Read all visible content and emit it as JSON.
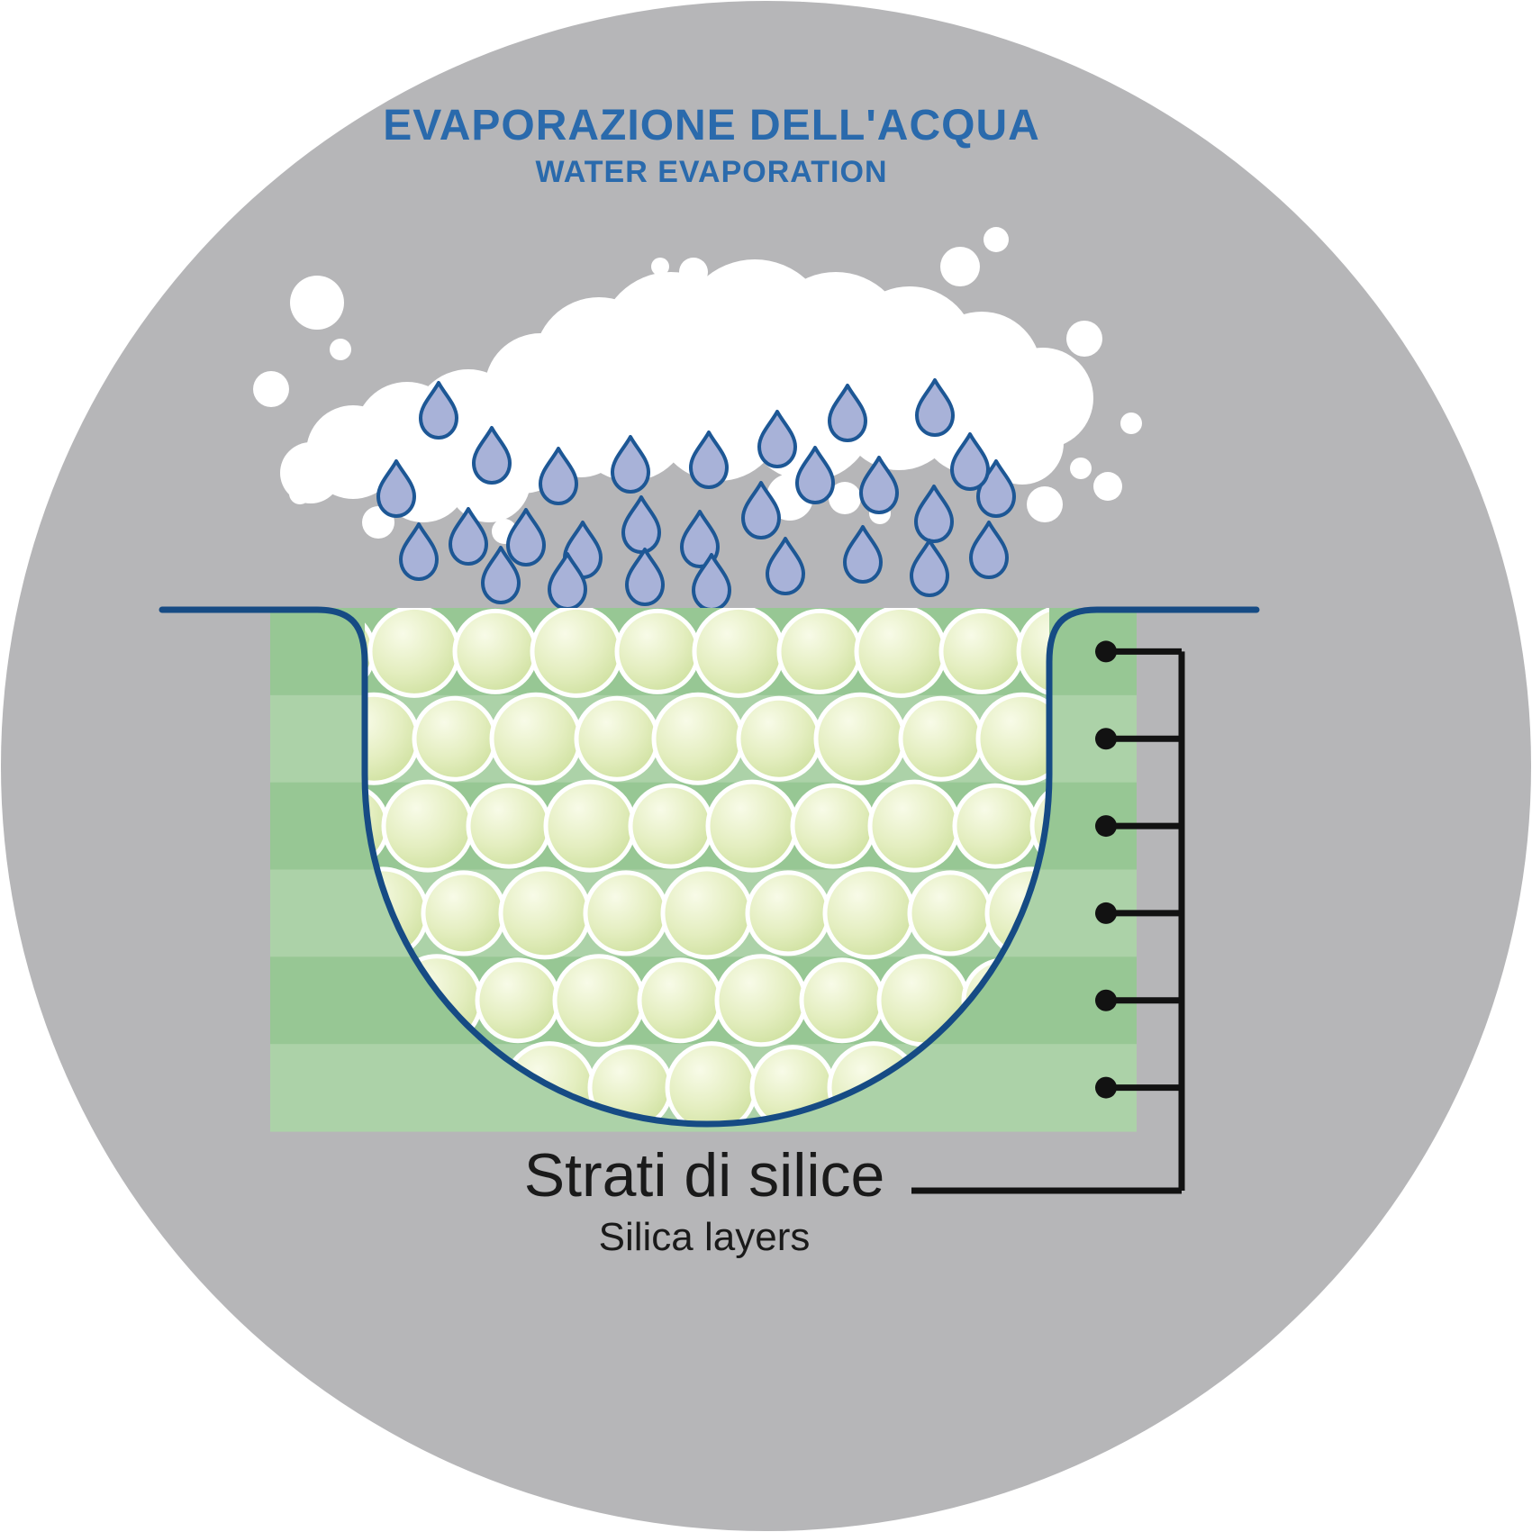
{
  "title": {
    "main": "EVAPORAZIONE DELL'ACQUA",
    "sub": "WATER EVAPORATION"
  },
  "caption": {
    "main": "Strati di silice",
    "sub": "Silica layers"
  },
  "diagram": {
    "silica_layer_count": 6,
    "layer_marker_count": 6,
    "raindrop_count": 29
  },
  "icons": {
    "raindrop": "raindrop-icon",
    "cloud": "cloud-icon",
    "silica_sphere": "silica-sphere-icon",
    "layer_marker": "layer-marker-dot-icon"
  },
  "colors": {
    "background": "#FFFFFF",
    "circle_gray": "#B6B6B8",
    "title_blue": "#2A6AAC",
    "drop_fill": "#A8B2D8",
    "drop_stroke": "#1D5795",
    "basin_stroke": "#164B84",
    "stripe_dark": "#97C794",
    "stripe_light": "#ACD2A8",
    "sphere_inner": "#F8FBE8",
    "sphere_mid": "#E4EEC0",
    "sphere_outer": "#CCDF9B",
    "cloud_white": "#FFFFFF",
    "callout_black": "#121212",
    "caption_black": "#1A1A1A"
  }
}
